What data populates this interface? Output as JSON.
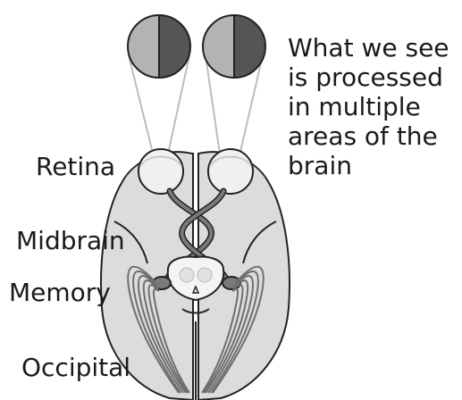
{
  "labels": {
    "retina": "Retina",
    "midbrain": "Midbrain",
    "memory": "Memory",
    "occipital": "Occipital"
  },
  "caption": {
    "lines": [
      "What we see",
      "is processed",
      "in multiple",
      "areas of the",
      "brain"
    ]
  },
  "colors": {
    "brain_fill": "#dcdcdc",
    "outline": "#222222",
    "visual_field_light": "#b3b3b3",
    "visual_field_dark": "#555555",
    "sight_lines": "#bdbdbd",
    "optic_pathway": "#7a7a7a",
    "radiations": "#6e6e6e",
    "midbrain_fill": "#f4f4f4"
  }
}
